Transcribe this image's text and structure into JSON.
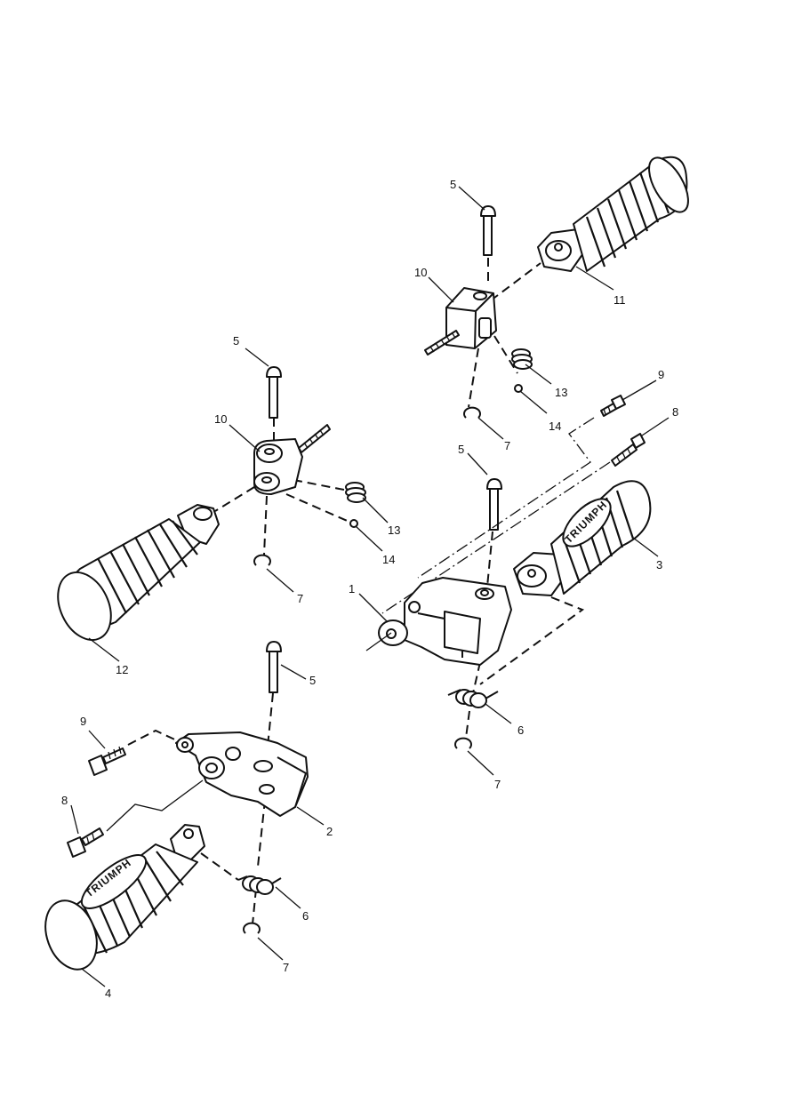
{
  "brand_text": "TRIUMPH",
  "callouts": {
    "c1": "1",
    "c2": "2",
    "c3": "3",
    "c4": "4",
    "c5a": "5",
    "c5b": "5",
    "c5c": "5",
    "c5d": "5",
    "c6a": "6",
    "c6b": "6",
    "c7a": "7",
    "c7b": "7",
    "c7c": "7",
    "c7d": "7",
    "c8a": "8",
    "c8b": "8",
    "c9a": "9",
    "c9b": "9",
    "c10a": "10",
    "c10b": "10",
    "c11": "11",
    "c12": "12",
    "c13a": "13",
    "c13b": "13",
    "c14a": "14",
    "c14b": "14"
  }
}
